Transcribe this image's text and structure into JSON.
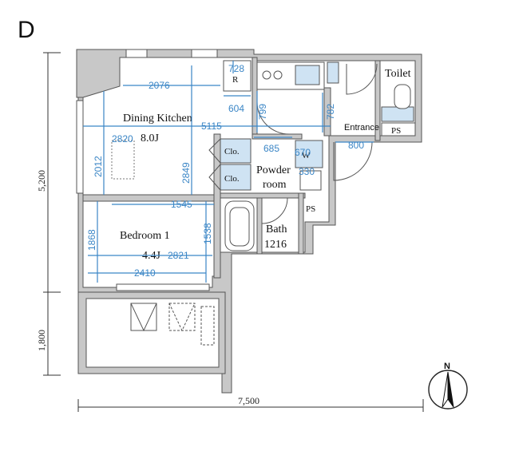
{
  "plan_label": "D",
  "rooms": {
    "dining_kitchen": {
      "name": "Dining Kitchen",
      "size": "8.0J"
    },
    "bedroom": {
      "name": "Bedroom 1",
      "size": "4.4J"
    },
    "bath": {
      "name": "Bath",
      "size": "1216"
    },
    "powder_room_line1": "Powder",
    "powder_room_line2": "room",
    "toilet": "Toilet",
    "entrance": "Entrance",
    "ps_top": "PS",
    "ps_bath": "PS",
    "clo_1": "Clo.",
    "clo_2": "Clo.",
    "refrigerator": "R",
    "washer": "W"
  },
  "dimensions": {
    "d2076": "2076",
    "d728": "728",
    "d604": "604",
    "d799": "799",
    "d782": "782",
    "d5115": "5115",
    "d2820": "2820",
    "d685": "685",
    "d800": "800",
    "d2012": "2012",
    "d2849": "2849",
    "d670": "670",
    "d330": "330",
    "d1545": "1545",
    "d1868": "1868",
    "d1538": "1538",
    "d2821": "2821",
    "d2410": "2410"
  },
  "outer_dimensions": {
    "height_main": "5,200",
    "height_balcony": "1,800",
    "width_total": "7,500"
  },
  "compass": {
    "label": "N"
  },
  "colors": {
    "wall": "#c8c8c8",
    "wall_stroke": "#555555",
    "dimension": "#3b86c6",
    "fixture_fill": "#cfe3f3"
  }
}
